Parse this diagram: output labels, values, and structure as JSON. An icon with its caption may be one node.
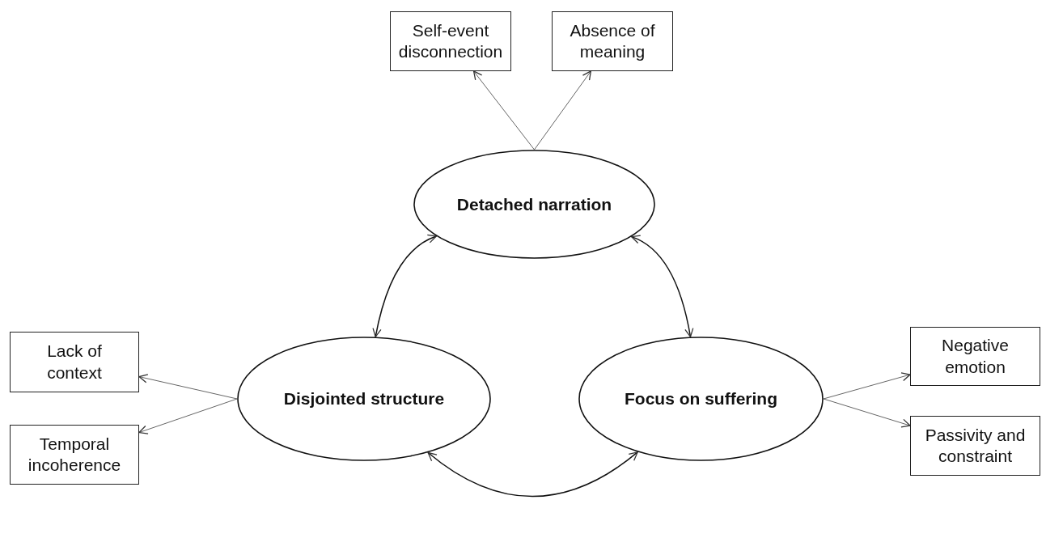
{
  "diagram": {
    "nodes": [
      {
        "text": [
          "Self-event disconnection"
        ]
      },
      {
        "text": [
          "Absence of meaning"
        ]
      },
      {
        "text": [
          "Detached narration"
        ]
      },
      {
        "text": [
          "Lack of context"
        ]
      },
      {
        "text": [
          "Disjointed structure"
        ]
      },
      {
        "text": [
          "Focus on suffering"
        ]
      },
      {
        "text": [
          "Negative emotion"
        ]
      },
      {
        "text": [
          "Temporal incoherence"
        ]
      },
      {
        "text": [
          "Passivity and constraint"
        ]
      }
    ],
    "edges": [
      {
        "from": 2,
        "to": 0,
        "arrow": "to"
      },
      {
        "from": 2,
        "to": 1,
        "arrow": "to"
      },
      {
        "from": 4,
        "to": 3,
        "arrow": "to"
      },
      {
        "from": 4,
        "to": 7,
        "arrow": "to"
      },
      {
        "from": 5,
        "to": 6,
        "arrow": "to"
      },
      {
        "from": 5,
        "to": 8,
        "arrow": "to"
      },
      {
        "from": 2,
        "to": 4,
        "arrow": "both"
      },
      {
        "from": 2,
        "to": 5,
        "arrow": "both"
      },
      {
        "from": 4,
        "to": 5,
        "arrow": "both"
      }
    ]
  }
}
